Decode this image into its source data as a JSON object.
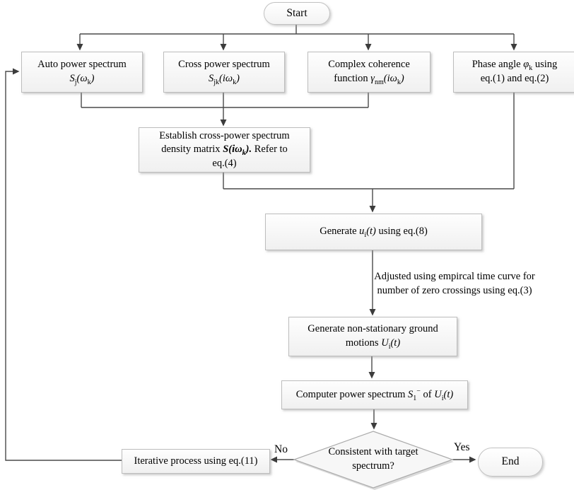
{
  "flowchart": {
    "start_label": "Start",
    "end_label": "End",
    "no_label": "No",
    "yes_label": "Yes",
    "auto_power": {
      "line1": "Auto power spectrum",
      "f_s": "S",
      "f_sub1": "j",
      "f_mid": "(ω",
      "f_sub2": "k",
      "f_close": ")"
    },
    "cross_power": {
      "line1": "Cross power spectrum",
      "f_s": "S",
      "f_sub1": "jk",
      "f_mid": "(iω",
      "f_sub2": "k",
      "f_close": ")"
    },
    "coherence": {
      "line1": "Complex coherence",
      "line2_pre": "function ",
      "f_s": "γ",
      "f_sub1": "nm",
      "f_mid": "(iω",
      "f_sub2": "k",
      "f_close": ")"
    },
    "phase_angle": {
      "line1_pre": "Phase angle ",
      "f_s": "φ",
      "f_sub1": "k",
      "line1_post": " using",
      "line2": "eq.(1) and eq.(2)"
    },
    "establish": {
      "line1": "Establish cross-power spectrum",
      "line2_pre": "density matrix ",
      "f_s": "S(iω",
      "f_sub1": "k",
      "f_close": ").",
      "line2_post": " Refer to",
      "line3": "eq.(4)"
    },
    "generate_u": {
      "pre": "Generate ",
      "f_s": "u",
      "f_sub1": "i",
      "f_t": "(t)",
      "post": " using eq.(8)"
    },
    "adjust_note": "Adjusted using empircal time curve for number of zero crossings using eq.(3)",
    "generate_ug": {
      "line1": "Generate non-stationary ground",
      "line2_pre": "motions ",
      "f_s": "U",
      "f_sub1": "i",
      "f_t": "(t)"
    },
    "compute_spectrum": {
      "pre": "Computer power spectrum ",
      "s": "S",
      "s_sub": "1",
      "s_sup": "−",
      "mid": " of ",
      "u": "U",
      "u_sub": "i",
      "u_t": "(t)"
    },
    "decision": "Consistent with target spectrum?",
    "iterative": "Iterative process using eq.(11)"
  }
}
